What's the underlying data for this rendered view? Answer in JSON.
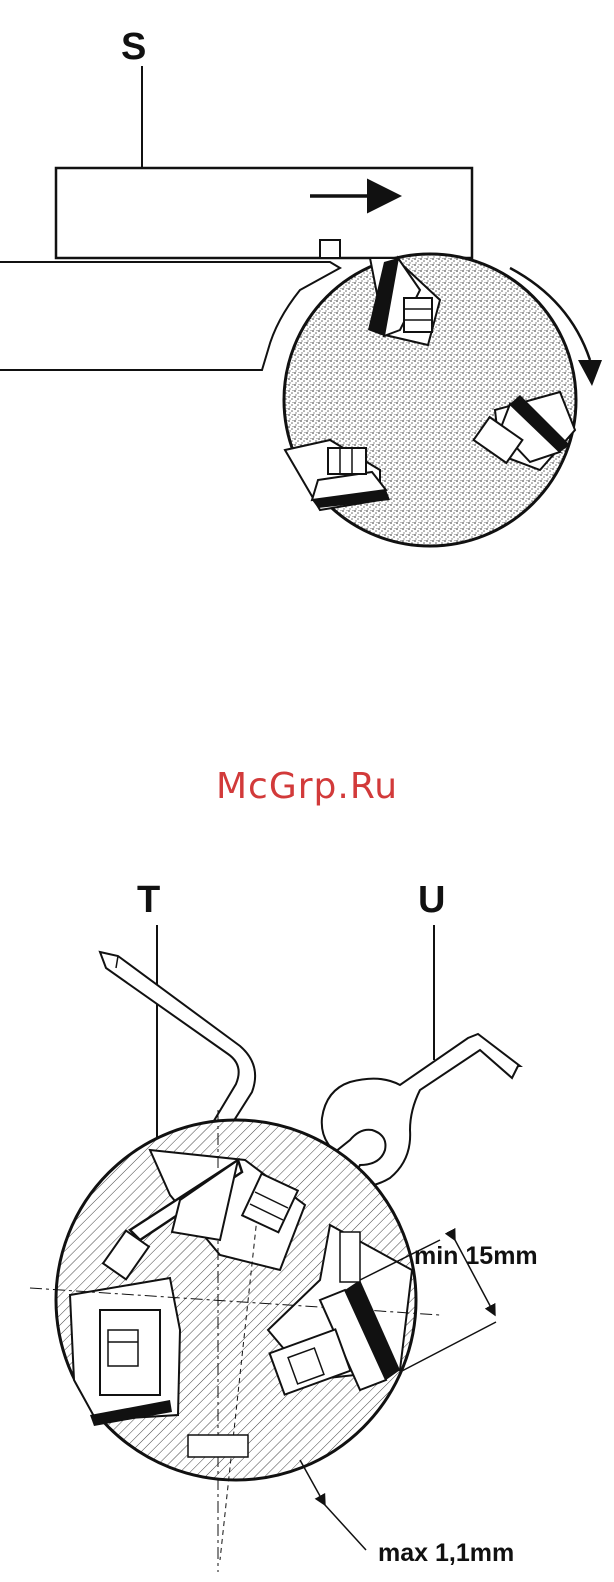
{
  "labels": {
    "s": "S",
    "t": "T",
    "u": "U"
  },
  "dimensions": {
    "min_depth": "min 15mm",
    "max_protrusion": "max 1,1mm"
  },
  "watermark": "McGrp.Ru",
  "colors": {
    "line": "#111111",
    "stipple": "#8a8a8a",
    "watermark": "#d23a3a"
  }
}
